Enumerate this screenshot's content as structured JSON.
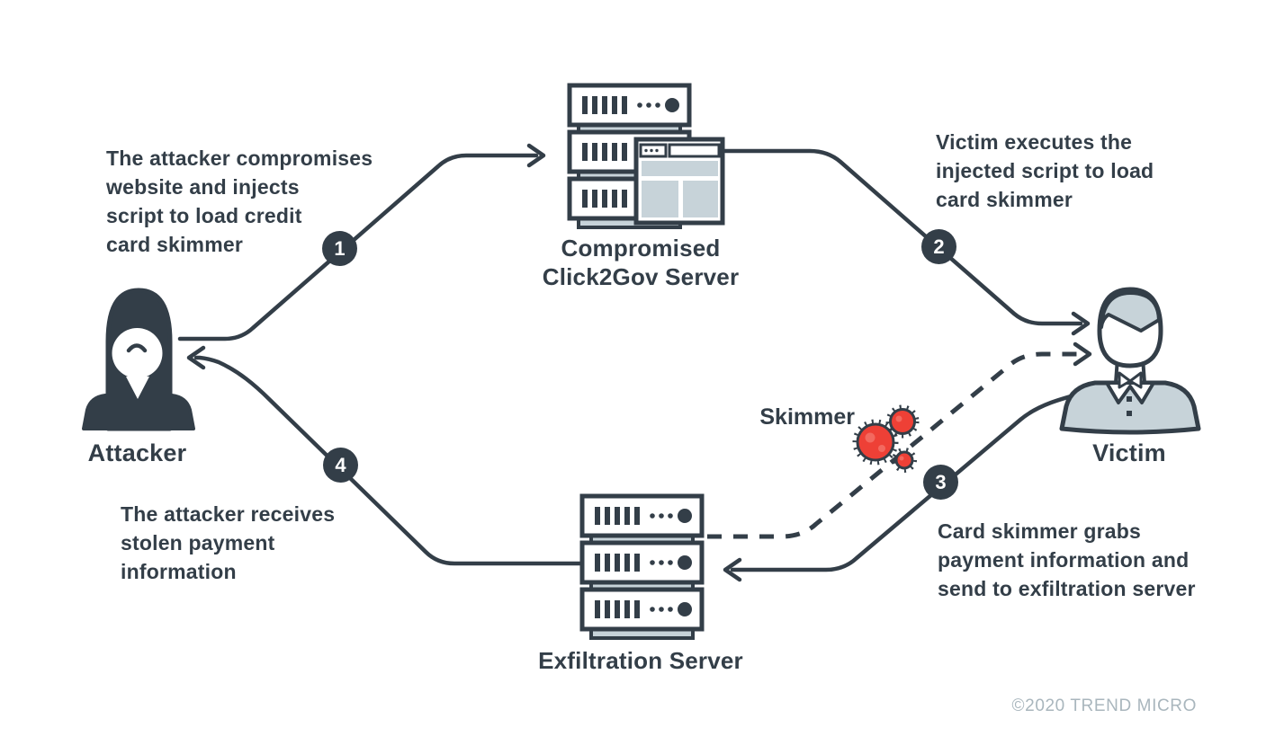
{
  "colors": {
    "ink": "#333e48",
    "panel_light": "#c7d3d9",
    "virus_red": "#ee4036",
    "virus_highlight": "#f4776d",
    "copyright_gray": "#a9b6bd",
    "badge_text": "#ffffff",
    "background": "#ffffff"
  },
  "steps": [
    {
      "number": "1",
      "text": "The attacker compromises\nwebsite and injects\nscript to load credit\ncard skimmer"
    },
    {
      "number": "2",
      "text": "Victim executes the\ninjected script to load\ncard skimmer"
    },
    {
      "number": "3",
      "text": "Card skimmer grabs\npayment information and\nsend to exfiltration server"
    },
    {
      "number": "4",
      "text": "The attacker receives\nstolen payment\ninformation"
    }
  ],
  "nodes": {
    "attacker": {
      "label": "Attacker",
      "icon": "hooded-attacker-icon"
    },
    "compromised_server": {
      "label": "Compromised\nClick2Gov Server",
      "icon": "server-stack-browser-icon"
    },
    "victim": {
      "label": "Victim",
      "icon": "person-icon"
    },
    "exfiltration_server": {
      "label": "Exfiltration Server",
      "icon": "server-stack-icon"
    },
    "skimmer": {
      "label": "Skimmer",
      "icon": "virus-cluster-icon"
    }
  },
  "footer": {
    "copyright": "©2020 TREND MICRO"
  }
}
